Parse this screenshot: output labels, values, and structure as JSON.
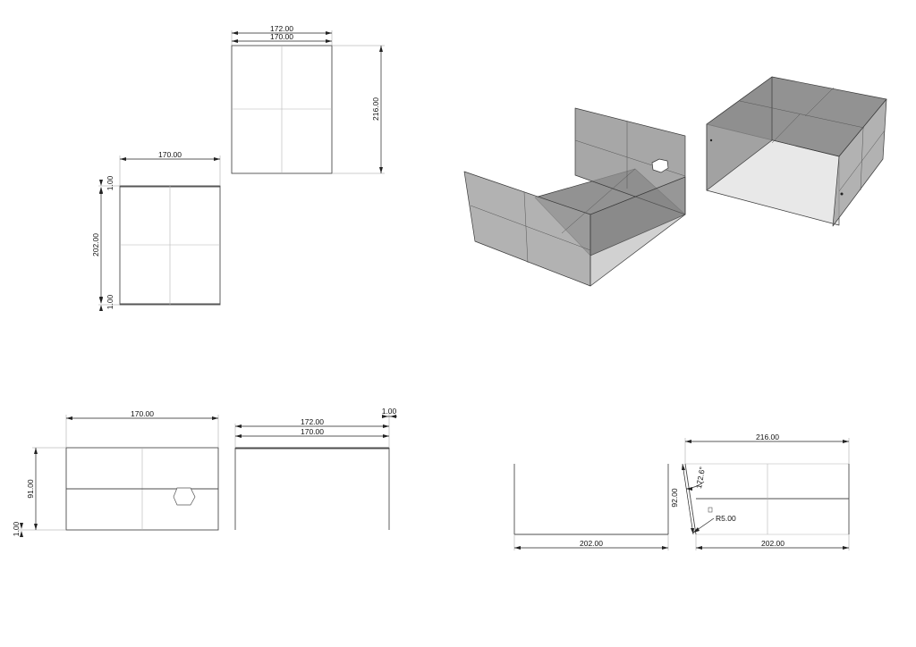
{
  "drawing": {
    "top_flat_pattern": {
      "overall_width": "172.00",
      "inner_width": "170.00",
      "height": "216.00"
    },
    "left_flat_pattern": {
      "width": "170.00",
      "height": "202.00",
      "top_thickness": "1.00",
      "bottom_thickness": "1.00"
    },
    "front_view": {
      "width": "170.00",
      "height": "91.00",
      "thickness": "1.00"
    },
    "side_view": {
      "overall_width": "172.00",
      "inner_width": "170.00",
      "thickness": "1.00"
    },
    "bottom_right_view": {
      "left_width": "202.00",
      "top_width": "216.00",
      "right_width": "202.00",
      "height": "92.00",
      "angle": "172.6°",
      "radius": "R5.00"
    }
  }
}
